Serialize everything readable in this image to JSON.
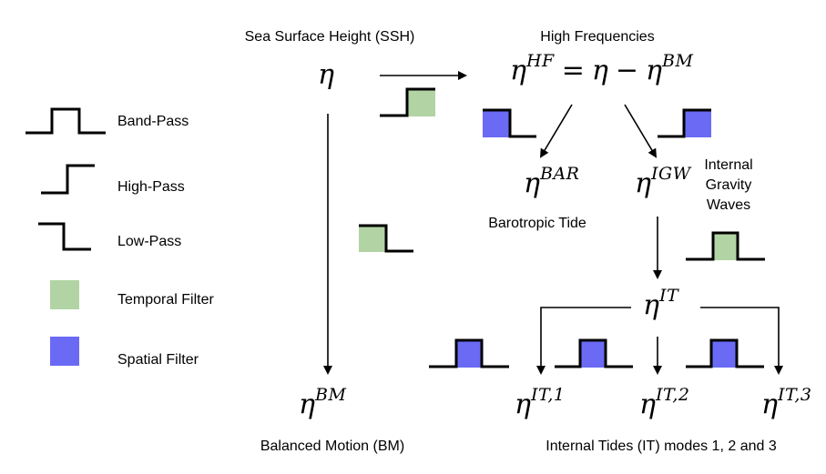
{
  "legend": {
    "band_pass": "Band-Pass",
    "high_pass": "High-Pass",
    "low_pass": "Low-Pass",
    "temporal_filter": "Temporal Filter",
    "spatial_filter": "Spatial Filter"
  },
  "colors": {
    "temporal": "#b2d4a4",
    "spatial": "#6a6af5",
    "line": "#000000"
  },
  "labels": {
    "ssh": "Sea Surface Height (SSH)",
    "high_freq": "High Frequencies",
    "barotropic": "Barotropic Tide",
    "igw_line1": "Internal",
    "igw_line2": "Gravity",
    "igw_line3": "Waves",
    "balanced": "Balanced Motion (BM)",
    "internal_tides": "Internal Tides (IT) modes 1, 2 and 3"
  },
  "symbols": {
    "eta": "η",
    "hf_sup": "HF",
    "equals": "=",
    "minus": "−",
    "bm_sup": "BM",
    "bar_sup": "BAR",
    "igw_sup": "IGW",
    "it_sup": "IT",
    "it1_sup": "IT,1",
    "it2_sup": "IT,2",
    "it3_sup": "IT,3"
  }
}
